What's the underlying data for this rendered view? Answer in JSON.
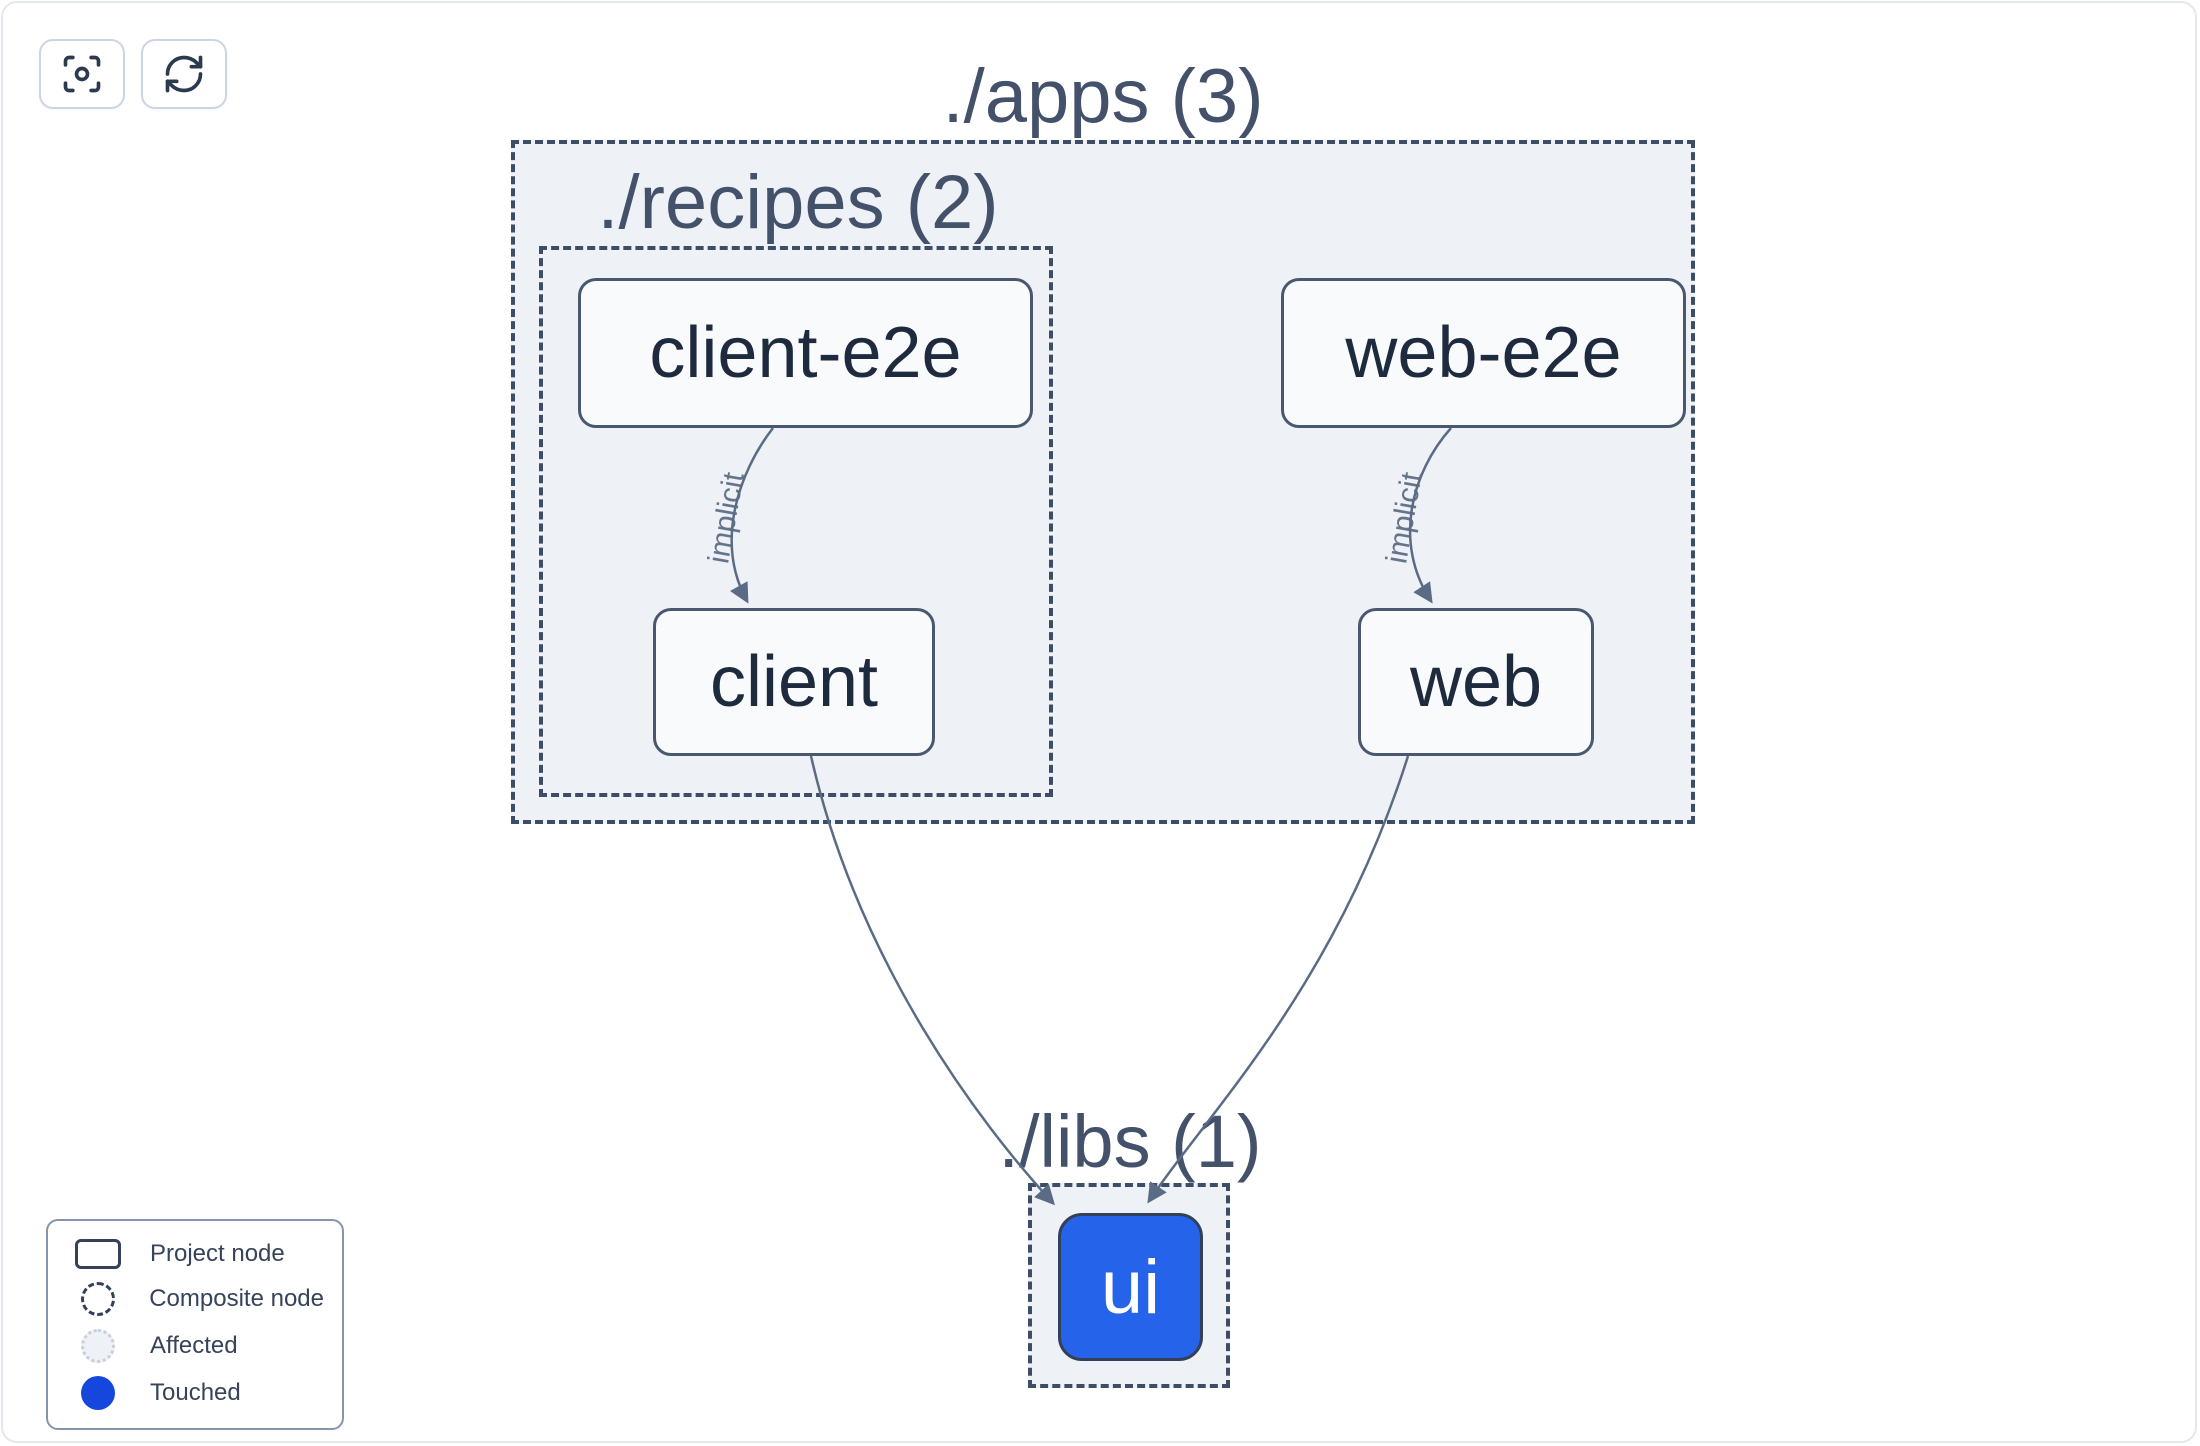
{
  "toolbar": {
    "buttons": [
      {
        "name": "focus",
        "icon": "focus-icon"
      },
      {
        "name": "refresh",
        "icon": "refresh-icon"
      }
    ]
  },
  "graph": {
    "groups": [
      {
        "id": "apps",
        "label": "./apps (3)"
      },
      {
        "id": "recipes",
        "label": "./recipes (2)"
      },
      {
        "id": "libs",
        "label": "./libs (1)"
      }
    ],
    "nodes": [
      {
        "id": "client-e2e",
        "label": "client-e2e",
        "state": "default"
      },
      {
        "id": "web-e2e",
        "label": "web-e2e",
        "state": "default"
      },
      {
        "id": "client",
        "label": "client",
        "state": "default"
      },
      {
        "id": "web",
        "label": "web",
        "state": "default"
      },
      {
        "id": "ui",
        "label": "ui",
        "state": "touched"
      }
    ],
    "edges": [
      {
        "from": "client-e2e",
        "to": "client",
        "label": "implicit"
      },
      {
        "from": "web-e2e",
        "to": "web",
        "label": "implicit"
      },
      {
        "from": "client",
        "to": "ui",
        "label": ""
      },
      {
        "from": "web",
        "to": "ui",
        "label": ""
      }
    ]
  },
  "legend": {
    "items": [
      {
        "swatch": "project-node",
        "label": "Project node"
      },
      {
        "swatch": "composite-node",
        "label": "Composite node"
      },
      {
        "swatch": "affected",
        "label": "Affected"
      },
      {
        "swatch": "touched",
        "label": "Touched"
      }
    ]
  },
  "colors": {
    "touched_swatch": "#1647dd",
    "touched_node_fill": "#2563eb",
    "edge": "#5a6b85",
    "group_border": "#3e4d66",
    "group_fill": "#eef1f6",
    "node_border": "#4a586f",
    "node_fill": "#f8fafc"
  }
}
